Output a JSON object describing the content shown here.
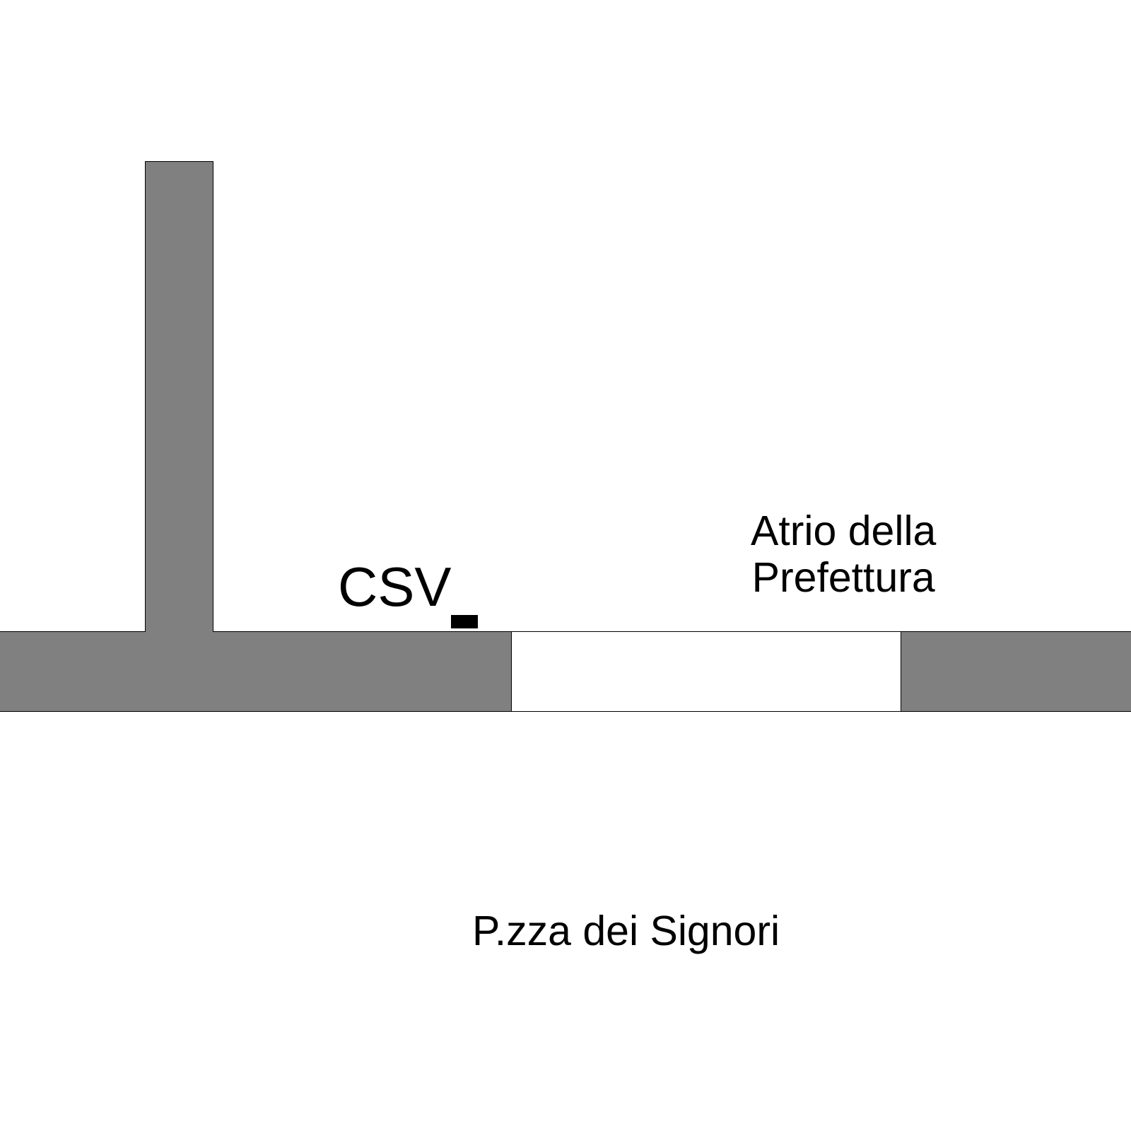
{
  "colors": {
    "background": "#ffffff",
    "building": "#808080",
    "opening": "#ffffff",
    "outline": "#000000",
    "marker": "#000000",
    "text": "#000000"
  },
  "labels": {
    "csv": "CSV",
    "atrium_line1": "Atrio della",
    "atrium_line2": "Prefettura",
    "square": "P.zza dei Signori"
  },
  "icons": {
    "csv_marker": "location-marker-icon"
  }
}
